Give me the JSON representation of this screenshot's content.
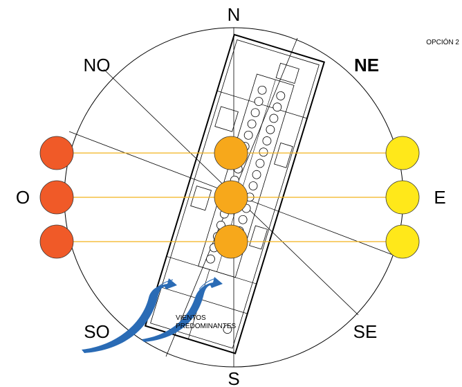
{
  "option_label": "OPCIÓN 2",
  "directions": {
    "n": "N",
    "ne": "NE",
    "e": "E",
    "se": "SE",
    "s": "S",
    "so": "SO",
    "o": "O",
    "no": "NO"
  },
  "wind_label": {
    "line1": "VIENTOS",
    "line2": "PREDOMINANTES"
  },
  "colors": {
    "sun_west": "#f05a28",
    "sun_center": "#f7a81b",
    "sun_east": "#ffe81a",
    "sun_ray": "#f2b21a",
    "wind_arrow": "#2a6bb5"
  },
  "suns": {
    "west_count": 3,
    "center_count": 3,
    "east_count": 3
  }
}
